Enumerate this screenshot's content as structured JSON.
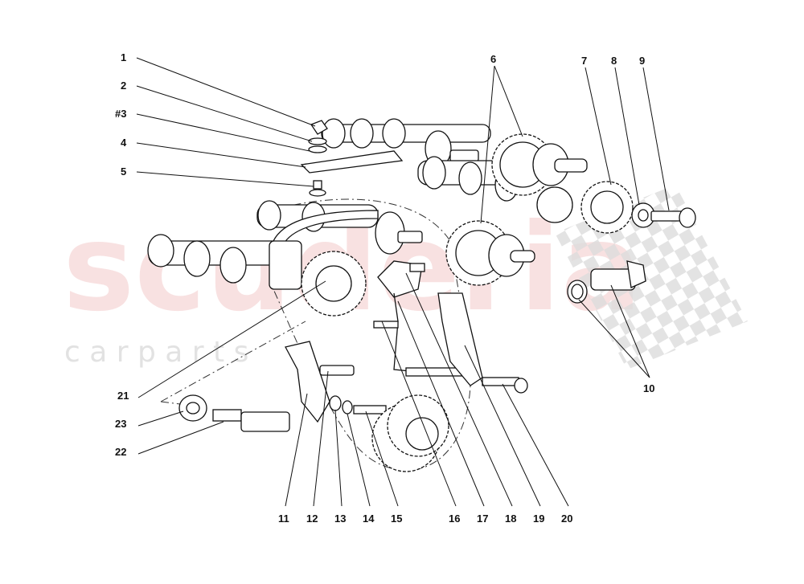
{
  "watermark": {
    "main": "scuderia",
    "sub": "c a r p a r t s"
  },
  "callouts": {
    "c1": "1",
    "c2": "2",
    "c3": "#3",
    "c4": "4",
    "c5": "5",
    "c6": "6",
    "c7": "7",
    "c8": "8",
    "c9": "9",
    "c10": "10",
    "c11": "11",
    "c12": "12",
    "c13": "13",
    "c14": "14",
    "c15": "15",
    "c16": "16",
    "c17": "17",
    "c18": "18",
    "c19": "19",
    "c20": "20",
    "c21": "21",
    "c22": "22",
    "c23": "23"
  }
}
